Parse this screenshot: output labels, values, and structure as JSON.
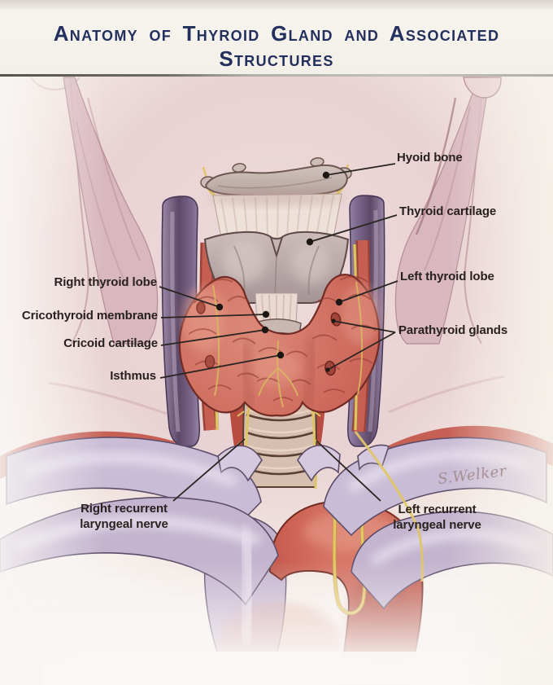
{
  "title": "Anatomy of Thyroid Gland and Associated Structures",
  "signature": "S.Welker",
  "labels": {
    "hyoid_bone": "Hyoid bone",
    "thyroid_cartilage": "Thyroid cartilage",
    "left_thyroid_lobe": "Left thyroid lobe",
    "parathyroid_glands": "Parathyroid glands",
    "right_thyroid_lobe": "Right thyroid lobe",
    "cricothyroid_membrane": "Cricothyroid membrane",
    "cricoid_cartilage": "Cricoid cartilage",
    "isthmus": "Isthmus",
    "right_recurrent_laryngeal_nerve": {
      "line1": "Right recurrent",
      "line2": "laryngeal nerve"
    },
    "left_recurrent_laryngeal_nerve": {
      "line1": "Left recurrent",
      "line2": "laryngeal nerve"
    }
  },
  "colors": {
    "title_text": "#23305e",
    "label_text": "#28211f",
    "leader_line": "#2a2523",
    "thyroid_gland_red": "#c2574c",
    "parathyroid_dark_red": "#a14439",
    "cartilage_grey": "#b7a6a4",
    "jugular_vein_purple": "#6f5a7d",
    "large_vein_light_purple": "#c7b9d3",
    "artery_red": "#c25a4e",
    "nerve_yellow": "#e0c565",
    "skin_pink": "#ecd7d6",
    "background_cream": "#f3efe9"
  }
}
